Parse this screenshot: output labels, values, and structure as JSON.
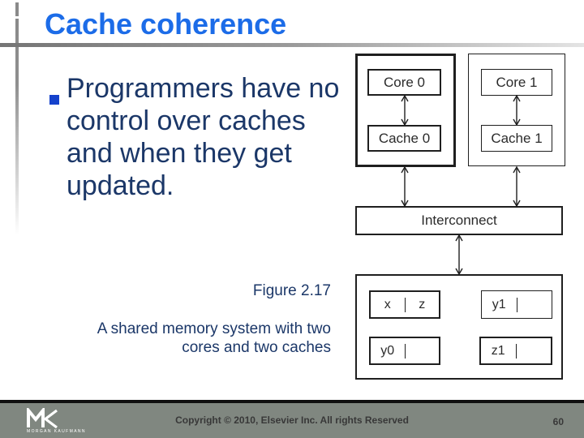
{
  "slide": {
    "title": "Cache coherence",
    "bullet_text": "Programmers have no\ncontrol over caches\nand when they get\nupdated.",
    "figure_label": "Figure 2.17",
    "figure_caption": "A shared memory system with two\ncores and two caches",
    "footer": {
      "copyright": "Copyright © 2010, Elsevier Inc. All rights Reserved",
      "page_number": "60"
    },
    "logo_text": "MORGAN KAUFMANN"
  },
  "diagram": {
    "core0_label": "Core 0",
    "cache0_label": "Cache 0",
    "core1_label": "Core 1",
    "cache1_label": "Cache 1",
    "interconnect_label": "Interconnect",
    "memory_cells": {
      "top_left": [
        "x",
        "z"
      ],
      "top_right": [
        "y1",
        ""
      ],
      "bottom_left": [
        "y0",
        ""
      ],
      "bottom_right": [
        "z1",
        ""
      ]
    }
  },
  "colors": {
    "title_blue": "#1C6CE8",
    "body_navy": "#1B3768",
    "bullet_blue": "#1542CC",
    "footer_band_gray": "#808780",
    "footer_line_black": "#101010",
    "diagram_line": "#1F1F1F"
  }
}
